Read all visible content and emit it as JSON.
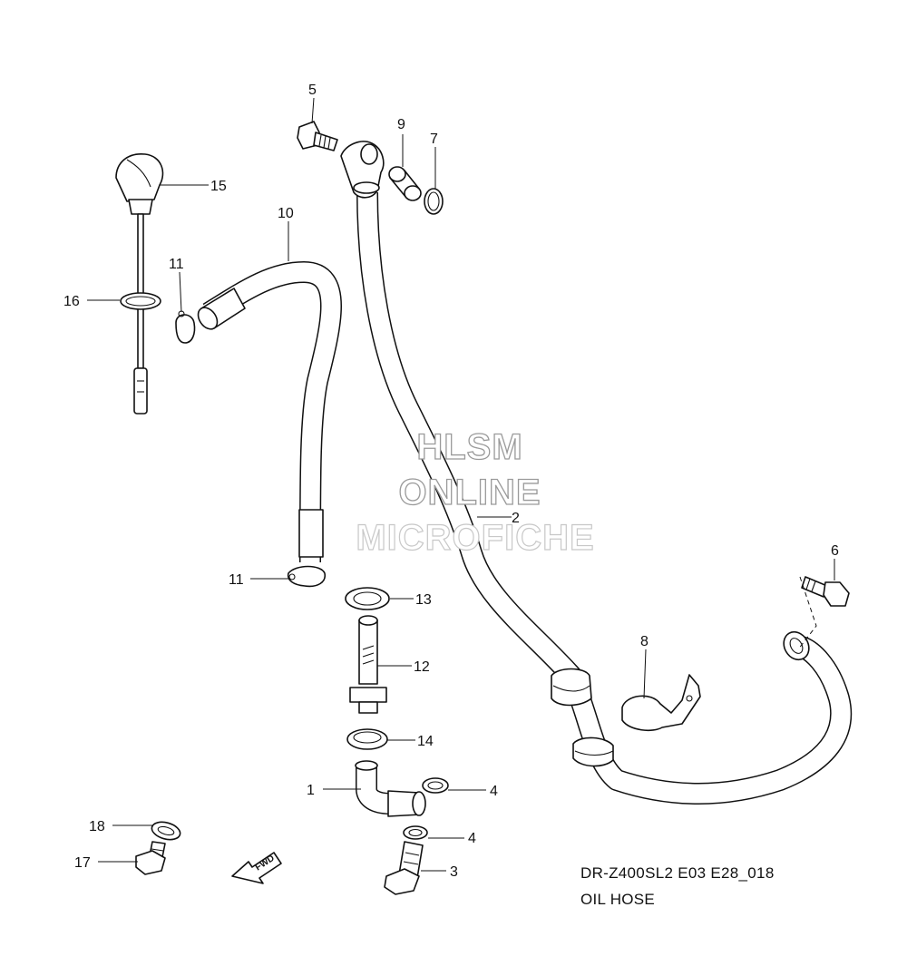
{
  "diagram": {
    "callouts": [
      {
        "id": "c1",
        "label": "1"
      },
      {
        "id": "c2",
        "label": "2"
      },
      {
        "id": "c3",
        "label": "3"
      },
      {
        "id": "c4a",
        "label": "4"
      },
      {
        "id": "c4b",
        "label": "4"
      },
      {
        "id": "c5",
        "label": "5"
      },
      {
        "id": "c6",
        "label": "6"
      },
      {
        "id": "c7",
        "label": "7"
      },
      {
        "id": "c8",
        "label": "8"
      },
      {
        "id": "c9",
        "label": "9"
      },
      {
        "id": "c10",
        "label": "10"
      },
      {
        "id": "c11a",
        "label": "11"
      },
      {
        "id": "c11b",
        "label": "11"
      },
      {
        "id": "c12",
        "label": "12"
      },
      {
        "id": "c13",
        "label": "13"
      },
      {
        "id": "c14",
        "label": "14"
      },
      {
        "id": "c15",
        "label": "15"
      },
      {
        "id": "c16",
        "label": "16"
      },
      {
        "id": "c17",
        "label": "17"
      },
      {
        "id": "c18",
        "label": "18"
      }
    ],
    "fwd_label": "FWD",
    "caption": {
      "code": "DR-Z400SL2 E03 E28_018",
      "title": "OIL HOSE"
    }
  },
  "watermark": {
    "line1": "HLSM",
    "line2": "ONLINE",
    "line3": "MICROFICHE"
  }
}
